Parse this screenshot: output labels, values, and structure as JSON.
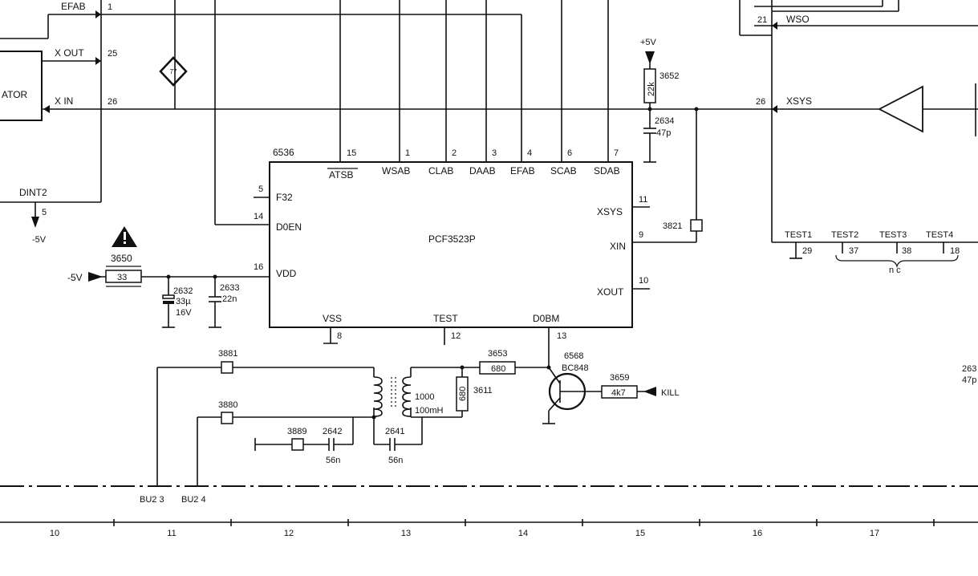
{
  "blocks": {
    "ic": {
      "ref": "6536",
      "part": "PCF3523P"
    },
    "oscillator_label": "ATOR"
  },
  "left_connector": {
    "efab": "EFAB",
    "efab_pin": "1",
    "xout": "X OUT",
    "xout_pin": "25",
    "xin": "X IN",
    "xin_pin": "26",
    "dint2": "DINT2",
    "dint2_pin": "5",
    "supply": "-5V"
  },
  "marker": "77",
  "top_pins": [
    {
      "num": "15",
      "name": "ATSB"
    },
    {
      "num": "1",
      "name": "WSAB"
    },
    {
      "num": "2",
      "name": "CLAB"
    },
    {
      "num": "3",
      "name": "DAAB"
    },
    {
      "num": "4",
      "name": "EFAB"
    },
    {
      "num": "6",
      "name": "SCAB"
    },
    {
      "num": "7",
      "name": "SDAB"
    }
  ],
  "left_pins": [
    {
      "num": "5",
      "name": "F32"
    },
    {
      "num": "14",
      "name": "D0EN"
    },
    {
      "num": "16",
      "name": "VDD"
    }
  ],
  "right_pins": [
    {
      "num": "11",
      "name": "XSYS"
    },
    {
      "num": "9",
      "name": "XIN"
    },
    {
      "num": "10",
      "name": "XOUT"
    }
  ],
  "bottom_pins": [
    {
      "num": "8",
      "name": "VSS"
    },
    {
      "num": "12",
      "name": "TEST"
    },
    {
      "num": "13",
      "name": "D0BM"
    }
  ],
  "supply_left": {
    "label": "-5V",
    "res_ref": "3650",
    "res_val": "33"
  },
  "caps_left": [
    {
      "ref": "2632",
      "val": "33µ",
      "volt": "16V"
    },
    {
      "ref": "2633",
      "val": "22n"
    }
  ],
  "top_right": {
    "supply": "+5V",
    "res_ref": "3652",
    "res_val": "22k",
    "cap_ref": "2634",
    "cap_val": "47p",
    "r3821": "3821"
  },
  "right_block": {
    "wso_pin": "21",
    "wso": "WSO",
    "xsys_pin": "26",
    "xsys": "XSYS",
    "tests": [
      {
        "name": "TEST1",
        "pin": "29"
      },
      {
        "name": "TEST2",
        "pin": "37"
      },
      {
        "name": "TEST3",
        "pin": "38"
      },
      {
        "name": "TEST4",
        "pin": "18"
      }
    ],
    "nc": "n c",
    "edge_label_1": "263",
    "edge_label_2": "47p"
  },
  "bottom_circuit": {
    "r3881": "3881",
    "r3880": "3880",
    "r3889": "3889",
    "c2642": "2642",
    "c2642_val": "56n",
    "c2641": "2641",
    "c2641_val": "56n",
    "coil": "1000",
    "coil_val": "100mH",
    "r3611": "3611",
    "r3611_val": "680",
    "r3653": "3653",
    "r3653_val": "680",
    "q_ref": "6568",
    "q_part": "BC848",
    "r3659": "3659",
    "r3659_val": "4k7",
    "kill": "KILL",
    "bu2_3": "BU2 3",
    "bu2_4": "BU2 4"
  },
  "ruler": [
    "10",
    "11",
    "12",
    "13",
    "14",
    "15",
    "16",
    "17"
  ]
}
